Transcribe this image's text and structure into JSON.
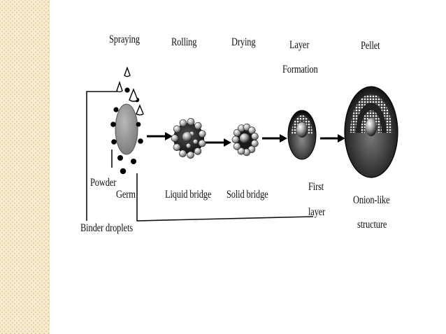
{
  "steps": {
    "spraying": "Spraying",
    "rolling": "Rolling",
    "drying": "Drying",
    "layer_formation_1": "Layer",
    "layer_formation_2": "Formation",
    "pellet": "Pellet"
  },
  "labels": {
    "powder": "Powder",
    "germ": "Germ",
    "binder_droplets": "Binder droplets",
    "liquid_bridge": "Liquid bridge",
    "solid_bridge": "Solid bridge",
    "first_layer_1": "First",
    "first_layer_2": "layer",
    "onion_like_1": "Onion-like",
    "onion_like_2": "structure"
  }
}
